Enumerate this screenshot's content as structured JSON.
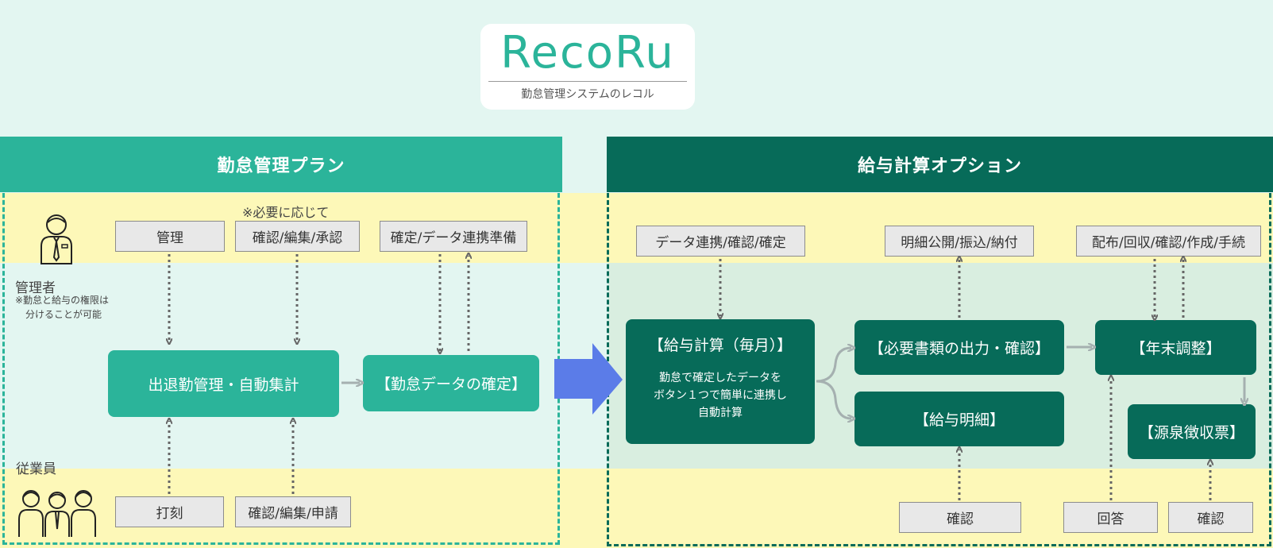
{
  "logo": {
    "brand": "RecoRu",
    "tagline": "勤怠管理システムのレコル"
  },
  "attendance_plan": {
    "title": "勤怠管理プラン",
    "note_as_needed": "※必要に応じて",
    "manager_label": "管理者",
    "manager_note_line1": "※勤怠と給与の権限は",
    "manager_note_line2": "分けることが可能",
    "employee_label": "従業員",
    "manager_actions": [
      "管理",
      "確認/編集/承認",
      "確定/データ連携準備"
    ],
    "employee_actions": [
      "打刻",
      "確認/編集/申請"
    ],
    "node_attendance": "出退勤管理・自動集計",
    "node_confirm": "【勤怠データの確定】"
  },
  "payroll_option": {
    "title": "給与計算オプション",
    "top_actions": [
      "データ連携/確認/確定",
      "明細公開/振込/納付",
      "配布/回収/確認/作成/手続"
    ],
    "node_payroll_title": "【給与計算（毎月）】",
    "node_payroll_desc": [
      "勤怠で確定したデータを",
      "ボタン１つで簡単に連携し",
      "自動計算"
    ],
    "node_documents": "【必要書類の出力・確認】",
    "node_payslip": "【給与明細】",
    "node_year_end": "【年末調整】",
    "node_withholding": "【源泉徴収票】",
    "bottom_actions": [
      "確認",
      "回答",
      "確認"
    ]
  },
  "colors": {
    "teal": "#2bb49a",
    "dark_green": "#076b59",
    "yellow_band": "#fdf8b8",
    "mint": "#e3f6f1",
    "arrow_blue": "#5b7ce8"
  }
}
